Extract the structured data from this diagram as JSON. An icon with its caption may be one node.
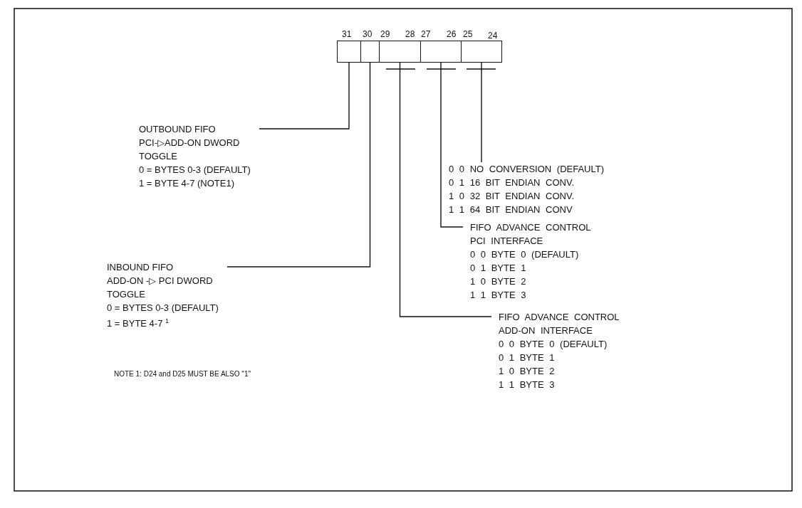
{
  "diagram": {
    "nodes": [
      {
        "text": [],
        "shape": "box"
      },
      {
        "text": [],
        "shape": "box"
      },
      {
        "text": [],
        "shape": "box"
      },
      {
        "text": [],
        "shape": "box"
      },
      {
        "text": [],
        "shape": "box"
      },
      {
        "text": [
          "OUTBOUND FIFO",
          "PCI-▷ADD-ON DWORD",
          "TOGGLE",
          "0 = BYTES 0-3 (DEFAULT)",
          "1 = BYTE 4-7 (NOTE1)"
        ]
      },
      {
        "text": [
          "INBOUND FIFO",
          "ADD-ON -▷ PCI DWORD",
          "TOGGLE",
          "0 = BYTES 0-3 (DEFAULT)",
          "1 = BYTE 4-7 $^{1}$"
        ]
      },
      {
        "text": [
          "0 0 NO CONVERSION (DEFAULT)",
          "0 1 16 BIT ENDIAN CONV.",
          "1 0 32 BIT ENDIAN CONV.",
          "1 1 64 BIT ENDIAN CONV"
        ]
      },
      {
        "text": [
          "FIFO ADVANCE CONTROL",
          "PCI INTERFACE",
          "0 0 BYTE 0 (DEFAULT)",
          "0 1 BYTE 1",
          "1 0 BYTE 2",
          "1 1 BYTE 3"
        ]
      },
      {
        "text": [
          "FIFO ADVANCE CONTROL",
          "ADD-ON INTERFACE",
          "0 0 BYTE 0 (DEFAULT)",
          "0 1 BYTE 1",
          "1 0 BYTE 2",
          "1 1 BYTE 3"
        ]
      }
    ],
    "edges": [
      {
        "from": 0,
        "to": 5,
        "arrow": "none"
      },
      {
        "from": 1,
        "to": 6,
        "arrow": "none"
      },
      {
        "from": 4,
        "to": 7,
        "arrow": "none"
      },
      {
        "from": 3,
        "to": 8,
        "arrow": "none"
      },
      {
        "from": 2,
        "to": 9,
        "arrow": "none"
      }
    ],
    "labels": [
      "31",
      "30",
      "29",
      "28",
      "27",
      "26",
      "25",
      "24",
      "NOTE 1: D24 and D25 MUST BE ALSO \"1\""
    ]
  }
}
